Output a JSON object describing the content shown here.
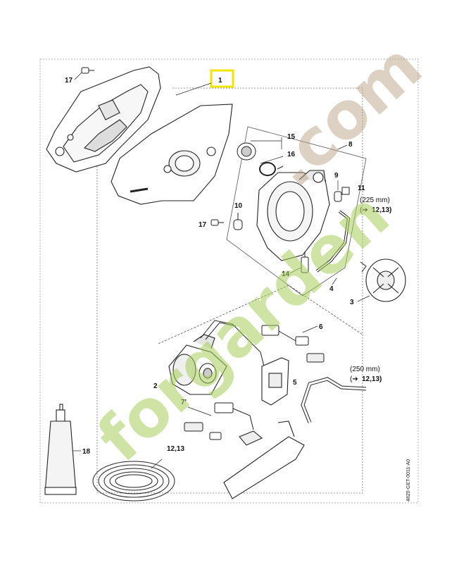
{
  "diagram": {
    "highlight_label": "1",
    "callouts": {
      "c17_top": "17",
      "c15": "15",
      "c16": "16",
      "c8": "8",
      "c9": "9",
      "c11": "11",
      "c10": "10",
      "c17_mid": "17",
      "c14": "14",
      "c4": "4",
      "c3": "3",
      "c6": "6",
      "c2": "2",
      "c5": "5",
      "c7": "7'",
      "c18": "18",
      "c1213": "12,13"
    },
    "notes": {
      "hose_short_len": "(225 mm)",
      "hose_short_ref": "12,13)",
      "hose_long_len": "(250 mm)",
      "hose_long_ref": "12,13)",
      "arrow_glyph": "(➔"
    },
    "drawing_ref": "4820-GET-0011-A0",
    "watermark_main": "forgarden",
    "watermark_tail": ".com",
    "colors": {
      "highlight": "#f2e600",
      "line": "#222222",
      "watermark_green": "#a8cf5a",
      "watermark_brown": "#b39b7c"
    }
  }
}
